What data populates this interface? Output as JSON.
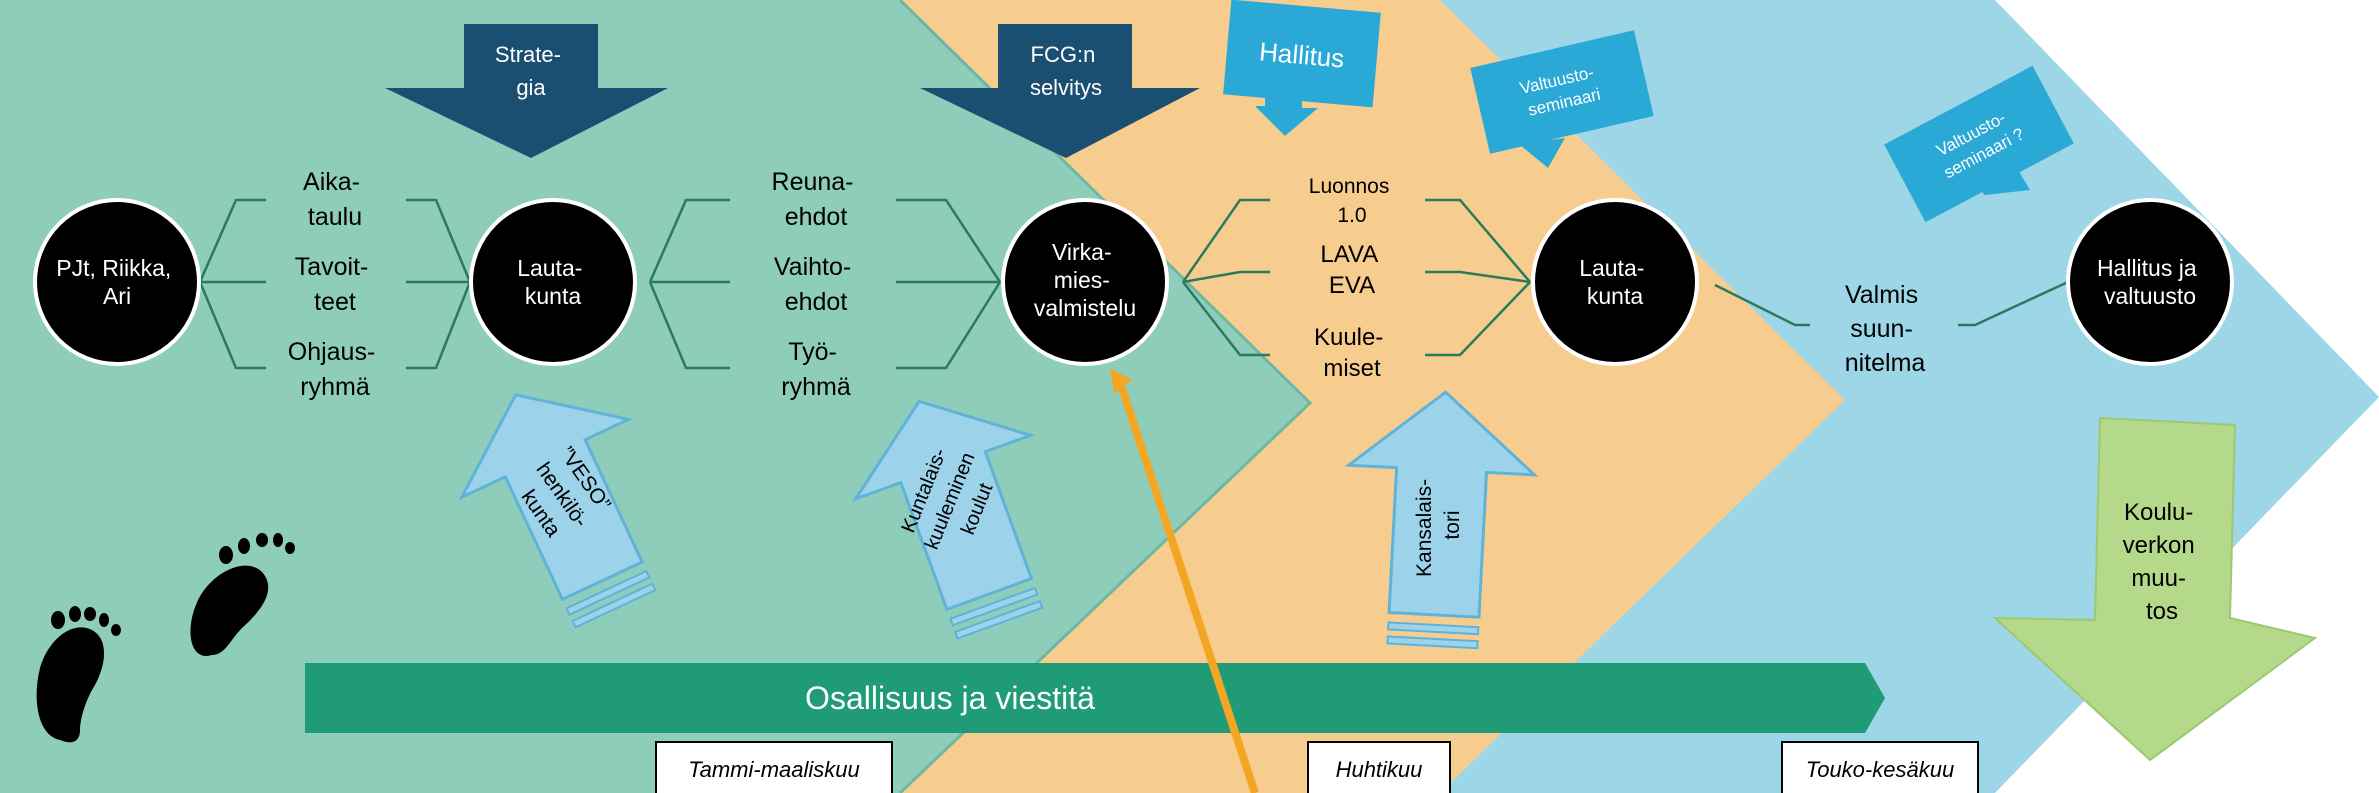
{
  "phases": [
    {
      "label": "Tammi-maaliskuu",
      "color": "#8fcdbb"
    },
    {
      "label": "Huhtikuu",
      "color": "#f7cd8f"
    },
    {
      "label": "Touko-kesäkuu",
      "color": "#9dd6e6"
    }
  ],
  "nodes": {
    "start": [
      "PJt, Riikka,",
      "Ari"
    ],
    "board1": [
      "Lauta-",
      "kunta"
    ],
    "officials": [
      "Virka-",
      "mies-",
      "valmistelu"
    ],
    "board2": [
      "Lauta-",
      "kunta"
    ],
    "final": [
      "Hallitus ja",
      "valtuusto"
    ]
  },
  "inputs": {
    "group1": [
      [
        "Aika-",
        "taulu"
      ],
      [
        "Tavoit-",
        "teet"
      ],
      [
        "Ohjaus-",
        "ryhmä"
      ]
    ],
    "group2": [
      [
        "Reuna-",
        "ehdot"
      ],
      [
        "Vaihto-",
        "ehdot"
      ],
      [
        "Työ-",
        "ryhmä"
      ]
    ],
    "group3": [
      [
        "Luonnos",
        "1.0"
      ],
      [
        "LAVA",
        "EVA"
      ],
      [
        "Kuule-",
        "miset"
      ]
    ],
    "group4": [
      [
        "Valmis",
        "suun-",
        "nitelma"
      ]
    ]
  },
  "down_arrows": {
    "strategy": [
      "Strate-",
      "gia"
    ],
    "fcg": [
      "FCG:n",
      "selvitys"
    ]
  },
  "callouts": {
    "hallitus": [
      "Hallitus"
    ],
    "seminar1": [
      "Valtuusto-",
      "seminaari"
    ],
    "seminar2": [
      "Valtuusto-",
      "seminaari ?"
    ]
  },
  "up_arrows": {
    "veso": [
      "”VESO”",
      "henkilö-",
      "kunta"
    ],
    "kuntalais": [
      "Kuntalais-",
      "kuuleminen",
      "koulut"
    ],
    "kansalais": [
      "Kansalais-",
      "tori"
    ]
  },
  "outcome": [
    "Koulu-",
    "verkon",
    "muu-",
    "tos"
  ],
  "banner": "Osallisuus ja viestitä",
  "colors": {
    "node": "#000000",
    "connector": "#2a7a5e",
    "down_arrow": "#1b4f72",
    "callout": "#2aa9d6",
    "up_arrow": "#9dd3ea",
    "outcome": "#b5d98a",
    "banner": "#1f9b76",
    "pointer": "#f2a623"
  }
}
